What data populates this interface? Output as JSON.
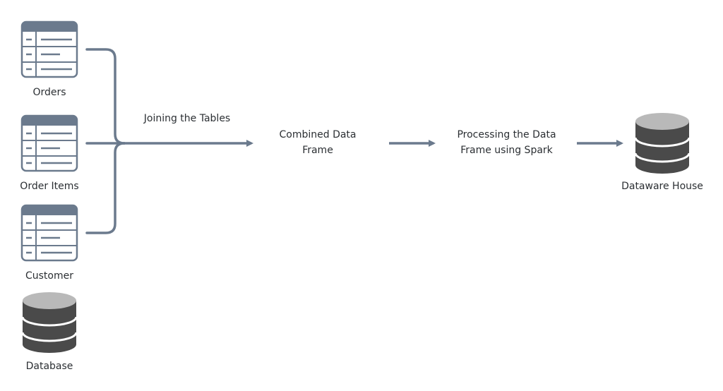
{
  "sources": [
    {
      "label": "Orders",
      "icon": "table-icon"
    },
    {
      "label": "Order Items",
      "icon": "table-icon"
    },
    {
      "label": "Customer",
      "icon": "table-icon"
    },
    {
      "label": "Database",
      "icon": "database-icon"
    }
  ],
  "steps": {
    "join_label": "Joining the Tables",
    "combined": [
      "Combined Data",
      "Frame"
    ],
    "processing": [
      "Processing the Data",
      "Frame using Spark"
    ],
    "target": {
      "label": "Dataware House",
      "icon": "database-icon"
    }
  },
  "colors": {
    "connector": "#6b7a8d",
    "table_header": "#6b7a8d",
    "table_border": "#6b7a8d",
    "db_body": "#4a4a4a",
    "db_top": "#b9b9b9",
    "text": "#2b2f33"
  }
}
